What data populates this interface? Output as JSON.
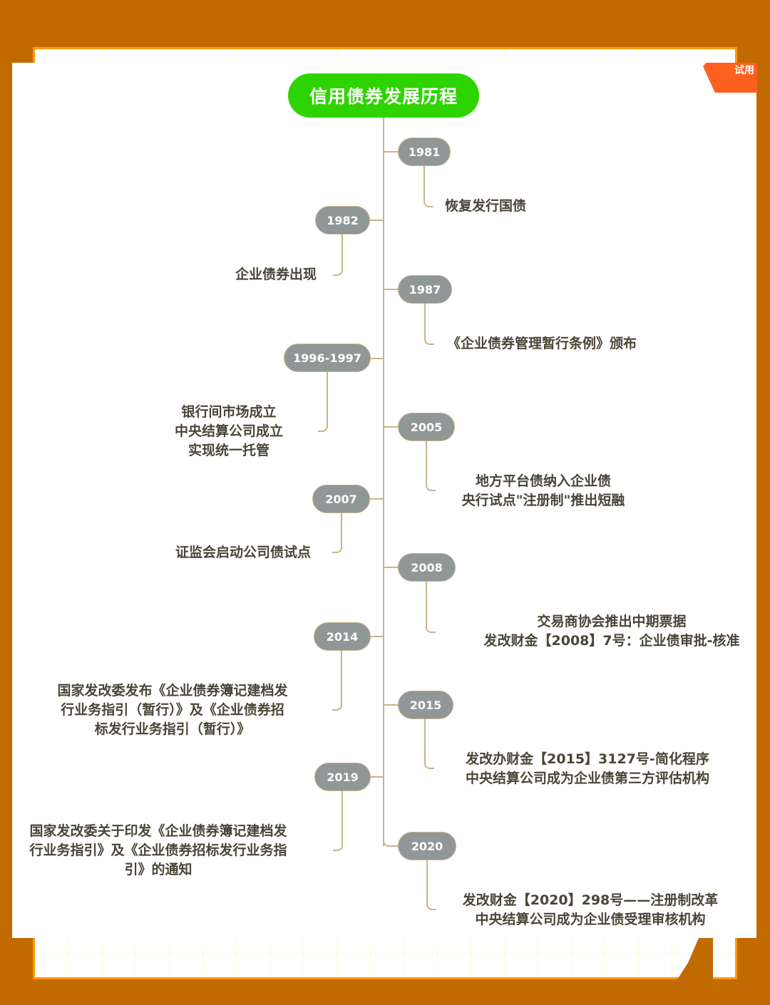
{
  "title": "信用债券发展历程",
  "corner_tab_text": "试用",
  "colors": {
    "background": "#c06a00",
    "frame_border": "#ff9a00",
    "title_bg": "#2dd400",
    "node_bg": "#8f9797",
    "connector": "#c9b48a",
    "text": "#4a4536",
    "corner_tab": "#ff6020"
  },
  "events": [
    {
      "year": "1981",
      "side": "right",
      "lines": [
        "恢复发行国债"
      ]
    },
    {
      "year": "1982",
      "side": "left",
      "lines": [
        "企业债券出现"
      ]
    },
    {
      "year": "1987",
      "side": "right",
      "lines": [
        "《企业债券管理暂行条例》颁布"
      ]
    },
    {
      "year": "1996-1997",
      "side": "left",
      "lines": [
        "银行间市场成立",
        "中央结算公司成立",
        "实现统一托管"
      ]
    },
    {
      "year": "2005",
      "side": "right",
      "lines": [
        "地方平台债纳入企业债",
        "央行试点\"注册制\"推出短融"
      ]
    },
    {
      "year": "2007",
      "side": "left",
      "lines": [
        "证监会启动公司债试点"
      ]
    },
    {
      "year": "2008",
      "side": "right",
      "lines": [
        "交易商协会推出中期票据",
        "发改财金【2008】7号：企业债审批-核准"
      ]
    },
    {
      "year": "2014",
      "side": "left",
      "lines": [
        "国家发改委发布《企业债券簿记建档发",
        "行业务指引（暂行）》及《企业债券招",
        "标发行业务指引（暂行）》"
      ]
    },
    {
      "year": "2015",
      "side": "right",
      "lines": [
        "发改办财金【2015】3127号-简化程序",
        "中央结算公司成为企业债第三方评估机构"
      ]
    },
    {
      "year": "2019",
      "side": "left",
      "lines": [
        "国家发改委关于印发《企业债券簿记建档发",
        "行业务指引》及《企业债券招标发行业务指",
        "引》的通知"
      ]
    },
    {
      "year": "2020",
      "side": "right",
      "lines": [
        "发改财金【2020】298号——注册制改革",
        "中央结算公司成为企业债受理审核机构"
      ]
    }
  ]
}
